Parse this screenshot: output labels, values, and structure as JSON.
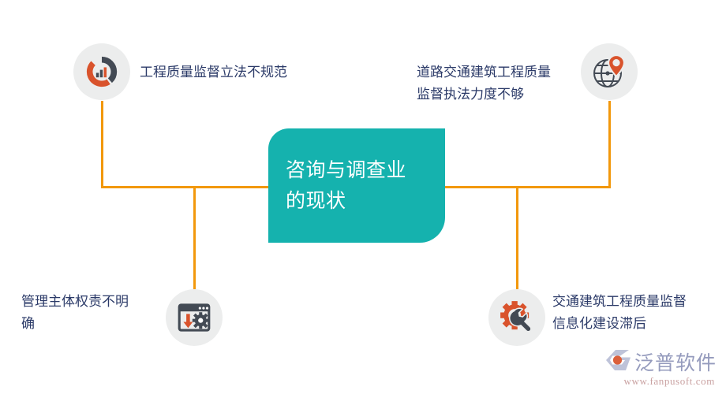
{
  "center": {
    "label": "咨询与调查业\n的现状",
    "bg_color": "#15b2ae",
    "text_color": "#ffffff"
  },
  "connector_color": "#f2980c",
  "nodes": [
    {
      "id": "top-left",
      "icon_name": "donut-bar-chart-icon",
      "label": "工程质量监督立法不规范",
      "icon_colors": {
        "arc_dark": "#434a54",
        "arc_accent": "#d9532c",
        "bubble": "#eceded"
      }
    },
    {
      "id": "top-right",
      "icon_name": "globe-location-pin-icon",
      "label": "道路交通建筑工程质量\n监督执法力度不够",
      "icon_colors": {
        "globe": "#434a54",
        "pin": "#d9532c",
        "bubble": "#eceded"
      }
    },
    {
      "id": "bottom-left",
      "icon_name": "browser-download-settings-icon",
      "label": "管理主体权责不明\n确",
      "icon_colors": {
        "frame": "#434a54",
        "arrow": "#d9532c",
        "bubble": "#eceded"
      }
    },
    {
      "id": "bottom-right",
      "icon_name": "gear-wrench-icon",
      "label": "交通建筑工程质量监督\n信息化建设滞后",
      "icon_colors": {
        "gear": "#d9532c",
        "wrench": "#434a54",
        "bubble": "#eceded"
      }
    }
  ],
  "watermark": {
    "brand": "泛普软件",
    "url": "www.fanpusoft.com",
    "brand_color": "#8d93b8",
    "url_color": "#c59a9a",
    "mark_color": "#d9532c"
  }
}
